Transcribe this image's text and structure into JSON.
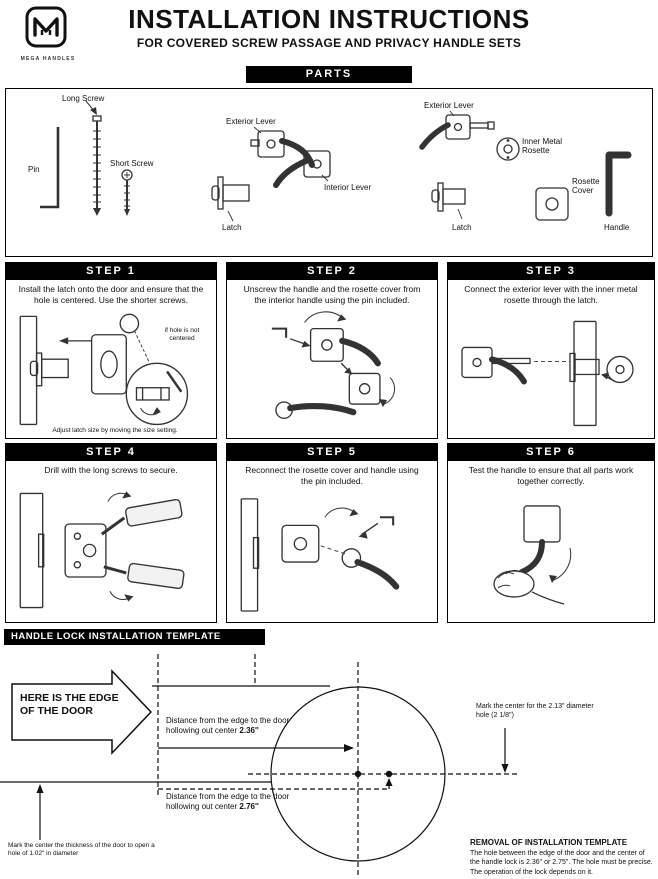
{
  "header": {
    "brand": "MEGA HANDLES",
    "title": "INSTALLATION INSTRUCTIONS",
    "subtitle": "FOR COVERED SCREW PASSAGE AND PRIVACY HANDLE SETS"
  },
  "parts": {
    "banner": "PARTS",
    "pin": "Pin",
    "long_screw": "Long Screw",
    "short_screw": "Short Screw",
    "exterior_lever_a": "Exterior Lever",
    "interior_lever": "Interior Lever",
    "latch_a": "Latch",
    "exterior_lever_b": "Exterior Lever",
    "inner_metal_rosette": "Inner Metal Rosette",
    "rosette_cover": "Rosette Cover",
    "latch_b": "Latch",
    "handle": "Handle"
  },
  "steps": [
    {
      "label": "STEP 1",
      "text": "Install the latch onto the door and ensure that the hole is centered. Use the shorter screws.",
      "note_top": "if hole is not centered",
      "note_bottom": "Adjust latch size by moving the size setting."
    },
    {
      "label": "STEP 2",
      "text": "Unscrew the handle and the rosette cover from the interior handle using the pin included."
    },
    {
      "label": "STEP 3",
      "text": "Connect the exterior lever with the inner metal rosette through the latch."
    },
    {
      "label": "STEP 4",
      "text": "Drill with the long screws to secure."
    },
    {
      "label": "STEP 5",
      "text": "Reconnect the rosette cover and handle using the pin included."
    },
    {
      "label": "STEP 6",
      "text": "Test the handle to ensure that all parts work together correctly."
    }
  ],
  "template": {
    "banner": "HANDLE LOCK INSTALLATION TEMPLATE",
    "edge_arrow": "HERE IS THE EDGE OF THE DOOR",
    "distance1_text": "Distance from the edge to the door hollowing out center",
    "distance1_value": "2.36''",
    "distance2_text": "Distance from the edge to the door hollowing out center",
    "distance2_value": "2.76''",
    "mark_center": "Mark the center for the 2.13\" diameter hole (2 1/8\")",
    "mark_thickness": "Mark the center the thickness of the door to open a hole of 1.02\" in diameter",
    "removal_title": "REMOVAL OF INSTALLATION TEMPLATE",
    "removal_body": "The hole between the edge of the door and the center of the handle lock is 2.36\" or 2.75\". The hole must be precise. The operation of the lock depends on it."
  }
}
